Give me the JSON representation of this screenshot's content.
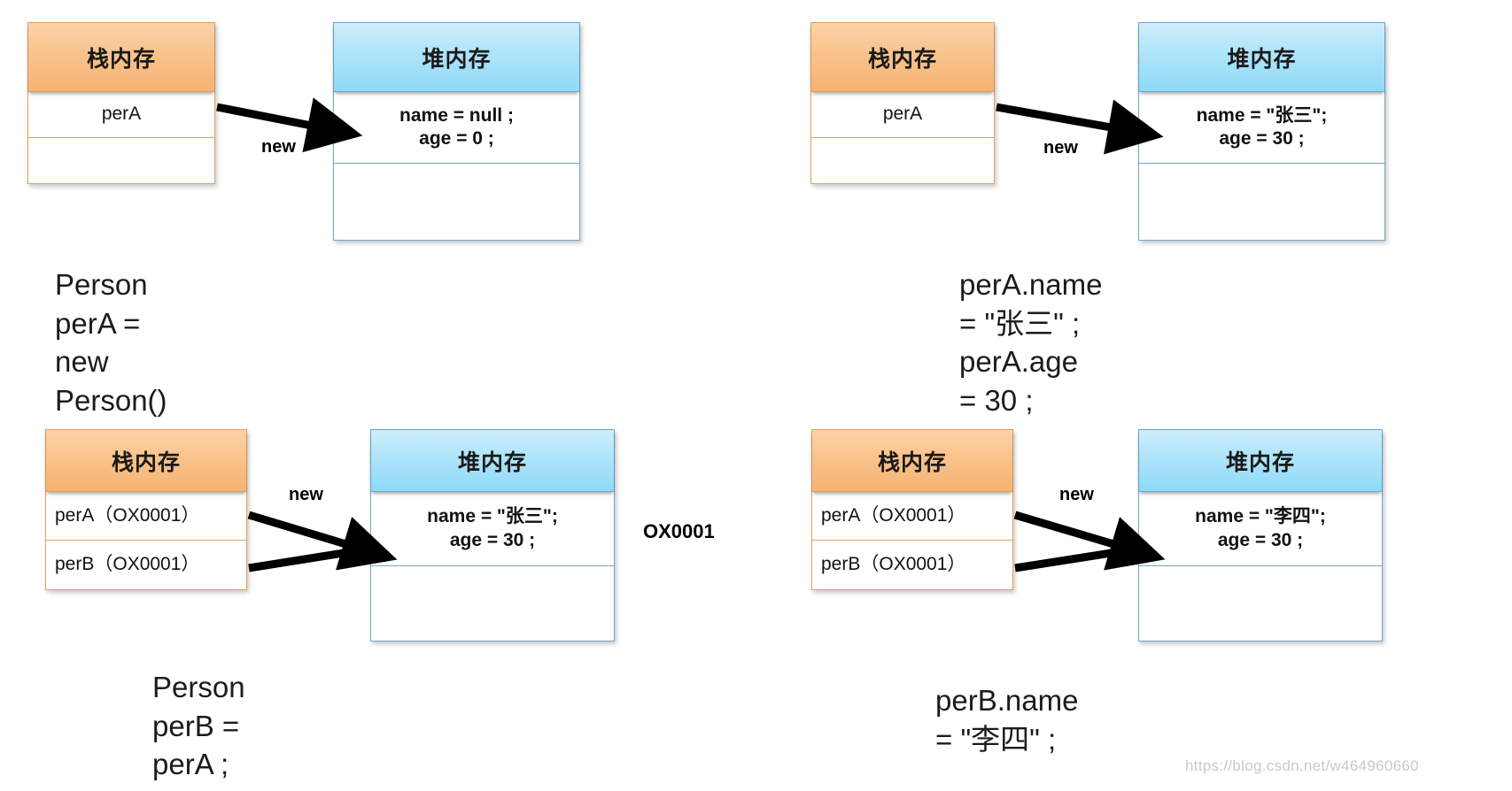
{
  "diagram": {
    "title_stack": "栈内存",
    "title_heap": "堆内存",
    "edge_label": "new",
    "address": "OX0001"
  },
  "panels": [
    {
      "id": "panel-1",
      "stack": {
        "header": "栈内存",
        "rows": [
          "perA",
          ""
        ]
      },
      "heap": {
        "header": "堆内存",
        "rows": [
          "name = null ;\nage = 0 ;",
          ""
        ]
      },
      "edge_label": "new",
      "caption": "Person perA = new Person() ;"
    },
    {
      "id": "panel-2",
      "stack": {
        "header": "栈内存",
        "rows": [
          "perA",
          ""
        ]
      },
      "heap": {
        "header": "堆内存",
        "rows": [
          "name = \"张三\";\nage = 30 ;",
          ""
        ]
      },
      "edge_label": "new",
      "caption": "perA.name = \"张三\" ;\nperA.age = 30 ;"
    },
    {
      "id": "panel-3",
      "stack": {
        "header": "栈内存",
        "rows": [
          "perA（OX0001）",
          "perB（OX0001）"
        ]
      },
      "heap": {
        "header": "堆内存",
        "rows": [
          "name = \"张三\";\nage = 30 ;",
          ""
        ]
      },
      "edge_label": "new",
      "address_label": "OX0001",
      "caption": "Person perB = perA ;"
    },
    {
      "id": "panel-4",
      "stack": {
        "header": "栈内存",
        "rows": [
          "perA（OX0001）",
          "perB（OX0001）"
        ]
      },
      "heap": {
        "header": "堆内存",
        "rows": [
          "name = \"李四\";\nage = 30 ;",
          ""
        ]
      },
      "edge_label": "new",
      "caption": "perB.name = \"李四\" ;"
    }
  ],
  "watermark": "https://blog.csdn.net/w464960660",
  "colors": {
    "stack_border": "#e8a05c",
    "stack_fill": "#f9c38c",
    "heap_border": "#6fa8c8",
    "heap_fill": "#aee4fa",
    "arrow": "#000000",
    "text": "#111111"
  }
}
